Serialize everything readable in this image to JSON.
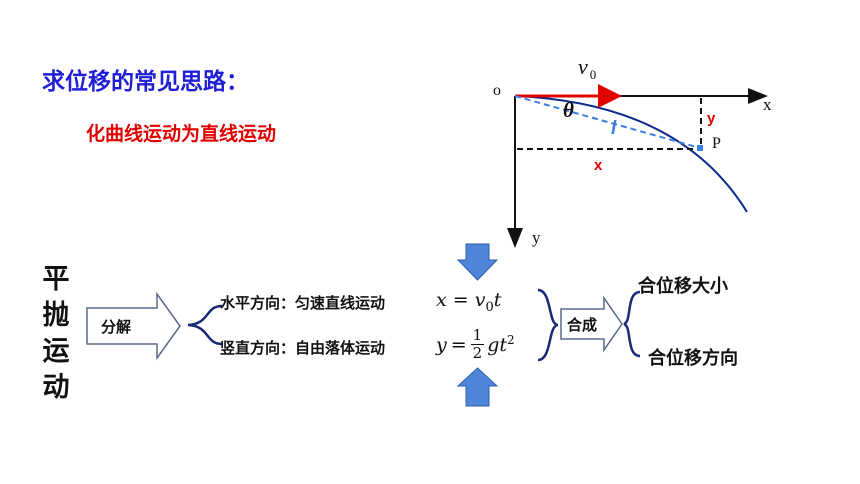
{
  "heading": "求位移的常见思路：",
  "subheading": "化曲线运动为直线运动",
  "motion_type": "平抛运动",
  "decompose_label": "分解",
  "horizontal": {
    "label": "水平方向：匀速直线运动",
    "eq_lhs": "x",
    "eq_eq": "=",
    "eq_v": "v",
    "eq_sub": "0",
    "eq_t": "t"
  },
  "vertical": {
    "label": "竖直方向：自由落体运动",
    "eq_lhs": "y",
    "eq_eq": "=",
    "frac_num": "1",
    "frac_den": "2",
    "eq_g": "g",
    "eq_t": "t",
    "eq_exp": "2"
  },
  "compose_label": "合成",
  "result_magnitude": "合位移大小",
  "result_direction": "合位移方向",
  "diagram": {
    "origin": "o",
    "x_axis": "x",
    "y_axis": "y",
    "velocity": "v",
    "velocity_sub": "0",
    "angle": "θ",
    "displacement": "l",
    "point": "P",
    "horiz_disp": "x",
    "vert_disp": "y"
  },
  "colors": {
    "heading": "#1f1fd6",
    "subheading": "#e00000",
    "arrow_fill": "#4f86d9",
    "curve": "#0a2a8c",
    "velocity_arrow": "#e00000",
    "displacement_line": "#3d7ee6",
    "brace": "#1a2a78"
  }
}
